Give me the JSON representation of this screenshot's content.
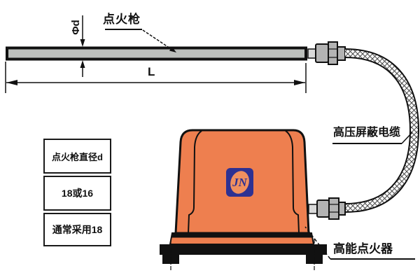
{
  "diagram": {
    "title_hint": "high-energy-igniter-assembly-diagram",
    "labels": {
      "ignition_gun": "点火枪",
      "diameter": "Φd",
      "length": "L",
      "cable": "高压屏蔽电缆",
      "igniter": "高能点火器"
    },
    "spec_table": {
      "rows": [
        "点火枪直径d",
        "18或16",
        "通常采用18"
      ]
    },
    "logo": {
      "text": "JN"
    },
    "colors": {
      "body_orange": "#ee7f4f",
      "logo_blue": "#2e3192",
      "logo_inner": "#f0905f",
      "rod_gray": "#bcbfbc",
      "fitting_gray": "#b3b3b3",
      "line_black": "#111111"
    }
  }
}
